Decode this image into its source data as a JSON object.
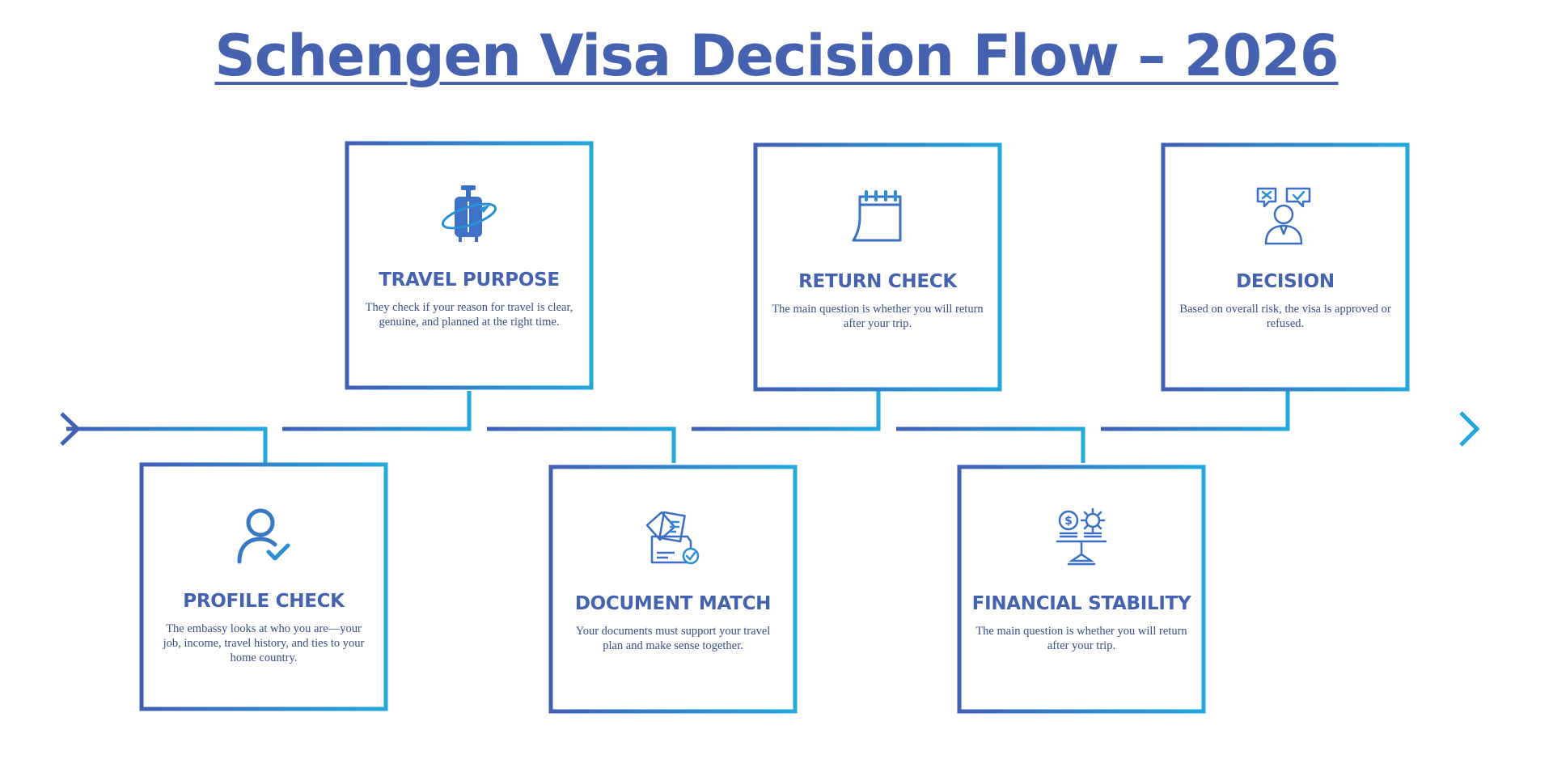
{
  "title": "Schengen Visa Decision Flow – 2026",
  "colors": {
    "primary": "#4462b0",
    "gradient_start": "#4160b4",
    "gradient_end": "#22a8db"
  },
  "steps": [
    {
      "heading": "PROFILE CHECK",
      "description": "The embassy looks at who you are—your job, income, travel history, and ties to your home country.",
      "icon": "person-check-icon"
    },
    {
      "heading": "TRAVEL PURPOSE",
      "description": "They check if your reason for travel is clear, genuine, and planned at the right time.",
      "icon": "luggage-plane-icon"
    },
    {
      "heading": "DOCUMENT MATCH",
      "description": "Your documents must support your travel plan and make sense together.",
      "icon": "documents-folder-icon"
    },
    {
      "heading": "RETURN CHECK",
      "description": "The main question is whether you will return after your trip.",
      "icon": "calendar-icon"
    },
    {
      "heading": "FINANCIAL STABILITY",
      "description": "The main question is whether you will return after your trip.",
      "icon": "balance-scale-icon"
    },
    {
      "heading": "DECISION",
      "description": "Based on overall risk, the visa is approved or refused.",
      "icon": "officer-decision-icon"
    }
  ]
}
